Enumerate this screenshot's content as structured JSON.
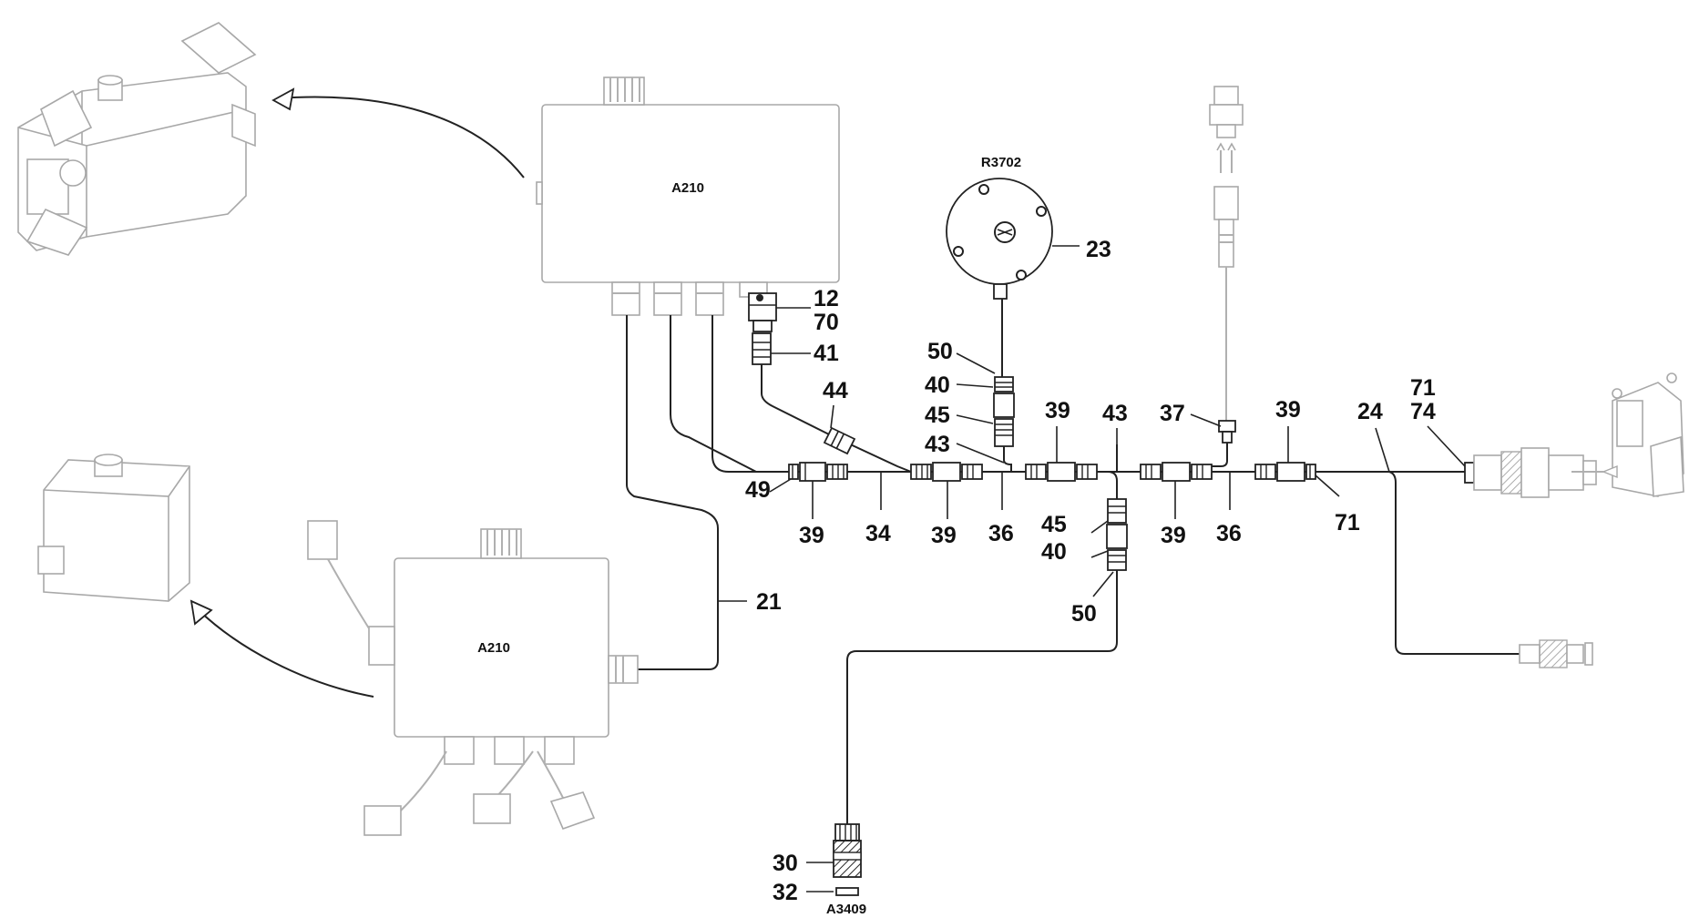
{
  "labels": {
    "module_top": "A210",
    "module_bottom": "A210",
    "sensor": "R3702",
    "plug_bottom": "A3409"
  },
  "callouts": {
    "c12": "12",
    "c70": "70",
    "c41": "41",
    "c44": "44",
    "c23": "23",
    "c50_top": "50",
    "c40_top": "40",
    "c45_top": "45",
    "c43_left": "43",
    "c39_top_mid": "39",
    "c43_top": "43",
    "c37": "37",
    "c39_top_right": "39",
    "c71_top": "71",
    "c74": "74",
    "c24": "24",
    "c49": "49",
    "c39_b1": "39",
    "c34": "34",
    "c39_b2": "39",
    "c36_left": "36",
    "c45_bot": "45",
    "c40_bot": "40",
    "c39_b3": "39",
    "c36_right": "36",
    "c71_right": "71",
    "c50_bot": "50",
    "c21": "21",
    "c30": "30",
    "c32": "32"
  }
}
